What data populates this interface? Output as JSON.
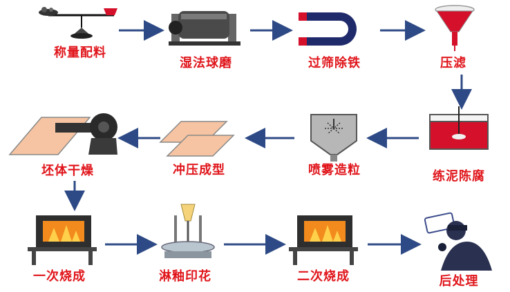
{
  "steps": [
    {
      "id": "weighing",
      "label": "称量配料"
    },
    {
      "id": "ball-milling",
      "label": "湿法球磨"
    },
    {
      "id": "sieving",
      "label": "过筛除铁"
    },
    {
      "id": "filter-press",
      "label": "压滤"
    },
    {
      "id": "aging",
      "label": "练泥陈腐"
    },
    {
      "id": "spray-granulation",
      "label": "喷雾造粒"
    },
    {
      "id": "pressing",
      "label": "冲压成型"
    },
    {
      "id": "drying",
      "label": "坯体干燥"
    },
    {
      "id": "first-firing",
      "label": "一次烧成"
    },
    {
      "id": "glazing",
      "label": "淋釉印花"
    },
    {
      "id": "second-firing",
      "label": "二次烧成"
    },
    {
      "id": "post-processing",
      "label": "后处理"
    }
  ],
  "colors": {
    "label": "#e0151b",
    "arrow": "#2e4a86",
    "magnet": "#1f2a6b",
    "liquid": "#d4102b",
    "fire": "#f28a1e"
  }
}
